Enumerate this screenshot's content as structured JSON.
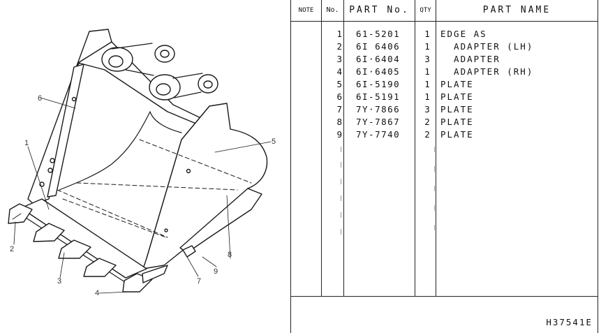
{
  "diagram": {
    "title": "Excavator bucket parts diagram",
    "callouts": [
      "1",
      "2",
      "3",
      "4",
      "5",
      "6",
      "7",
      "8",
      "9"
    ]
  },
  "table": {
    "headers": {
      "note": "NOTE",
      "no": "No.",
      "part_no": "PART No.",
      "qty": "QTY",
      "part_name": "PART NAME"
    },
    "rows": [
      {
        "no": "1",
        "part_no": "61-5201",
        "qty": "1",
        "name": "EDGE AS"
      },
      {
        "no": "2",
        "part_no": "6I 6406",
        "qty": "1",
        "name": "  ADAPTER (LH)"
      },
      {
        "no": "3",
        "part_no": "6I·6404",
        "qty": "3",
        "name": "  ADAPTER"
      },
      {
        "no": "4",
        "part_no": "6I·6405",
        "qty": "1",
        "name": "  ADAPTER (RH)"
      },
      {
        "no": "5",
        "part_no": "6I-5190",
        "qty": "1",
        "name": "PLATE"
      },
      {
        "no": "6",
        "part_no": "6I-5191",
        "qty": "1",
        "name": "PLATE"
      },
      {
        "no": "7",
        "part_no": "7Y·7866",
        "qty": "3",
        "name": "PLATE"
      },
      {
        "no": "8",
        "part_no": "7Y-7867",
        "qty": "2",
        "name": "PLATE"
      },
      {
        "no": "9",
        "part_no": "7Y-7740",
        "qty": "2",
        "name": "PLATE"
      }
    ],
    "drawing_id": "H37541E"
  }
}
